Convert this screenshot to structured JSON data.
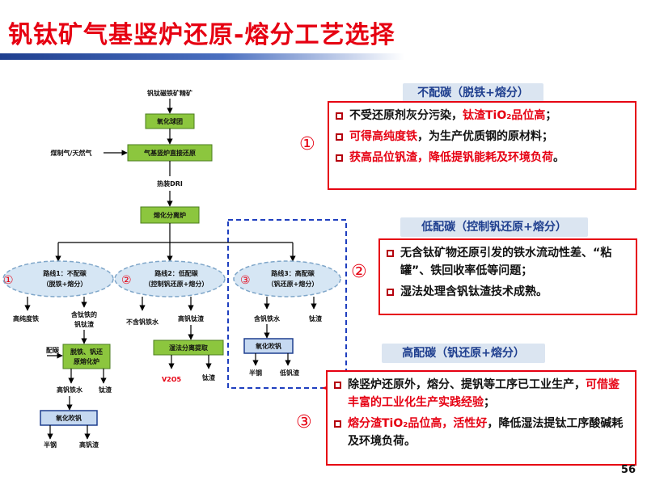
{
  "title": "钒钛矿气基竖炉还原-熔分工艺选择",
  "page_number": "56",
  "flowchart": {
    "top_label": "钒钛磁铁矿精矿",
    "pellet": "氧化球团",
    "gas_label": "煤制气/天然气",
    "shaft": "气基竖炉直接还原",
    "dri": "热装DRI",
    "smelter": "熔化分离炉",
    "route1": {
      "marker": "①",
      "line1": "路线1：不配碳",
      "line2": "（脱铁+熔分）"
    },
    "route2": {
      "marker": "②",
      "line1": "路线2：低配碳",
      "line2": "（控制钒还原+熔分）"
    },
    "route3": {
      "marker": "③",
      "line1": "路线3：高配碳",
      "line2": "（钒还原+熔分）"
    },
    "r1_out_a": "高纯度铁",
    "r1_out_b1": "含钛铁的",
    "r1_out_b2": "钒钛渣",
    "r1_carbon": "配碳",
    "r1_proc1": "脱铁、钒还",
    "r1_proc2": "原熔化炉",
    "r1_out_c": "高钒铁水",
    "r1_out_d": "钛渣",
    "r1_blow": "氧化吹钒",
    "r1_out_e": "半钢",
    "r1_out_f": "高钒渣",
    "r2_out_a": "不含钒铁水",
    "r2_out_b": "高钒钛渣",
    "r2_proc": "湿法分离提取",
    "r2_out_c": "V2O5",
    "r2_out_d": "钛渣",
    "r3_out_a": "含钒铁水",
    "r3_out_b": "钛渣",
    "r3_blow": "氧化吹钒",
    "r3_out_c": "半钢",
    "r3_out_d": "低钒渣"
  },
  "panels": [
    {
      "marker": "①",
      "heading": "不配碳（脱铁+熔分）",
      "items": [
        {
          "parts": [
            {
              "t": "不受还原剂灰分污染，",
              "hl": false
            },
            {
              "t": "钛渣TiO₂品位高",
              "hl": true
            },
            {
              "t": "；",
              "hl": false
            }
          ]
        },
        {
          "parts": [
            {
              "t": "可得高纯度铁",
              "hl": true
            },
            {
              "t": "，为生产优质钢的原材料；",
              "hl": false
            }
          ]
        },
        {
          "parts": [
            {
              "t": "获高品位钒渣，降低提钒能耗及环境负荷",
              "hl": true
            },
            {
              "t": "。",
              "hl": false
            }
          ]
        }
      ]
    },
    {
      "marker": "②",
      "heading": "低配碳（控制钒还原+熔分）",
      "items": [
        {
          "parts": [
            {
              "t": "无含钛矿物还原引发的铁水流动性差、“粘罐”、铁回收率低等问题；",
              "hl": false
            }
          ]
        },
        {
          "parts": [
            {
              "t": "湿法处理含钒钛渣技术成熟。",
              "hl": false
            }
          ]
        }
      ]
    },
    {
      "marker": "③",
      "heading": "高配碳（钒还原+熔分）",
      "items": [
        {
          "parts": [
            {
              "t": "除竖炉还原外，熔分、提钒等工序已工业生产，",
              "hl": false
            },
            {
              "t": "可借鉴丰富的工业化生产实践经验",
              "hl": true
            },
            {
              "t": "；",
              "hl": false
            }
          ]
        },
        {
          "parts": [
            {
              "t": "熔分渣TiO₂品位高，活性好",
              "hl": true
            },
            {
              "t": "，降低湿法提钛工序酸碱耗及环境负荷。",
              "hl": false
            }
          ]
        }
      ]
    }
  ],
  "colors": {
    "title_red": "#e60012",
    "accent_blue": "#1f3f8f",
    "box_green": "#8cc63e",
    "pill_bg": "#dbe5f1"
  }
}
